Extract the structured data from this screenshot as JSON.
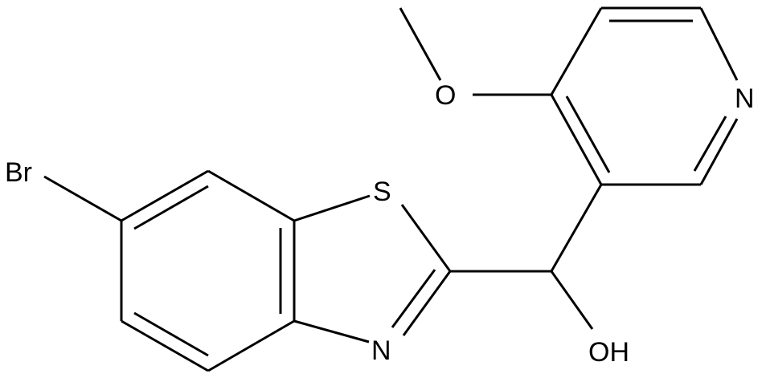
{
  "molecule": {
    "atoms": {
      "br": "Br",
      "s": "S",
      "n_thiazole": "N",
      "n_pyridine": "N",
      "o_methoxy": "O",
      "oh": "OH"
    },
    "colors": {
      "bond": "#000000",
      "label": "#000000",
      "background": "#ffffff"
    }
  }
}
